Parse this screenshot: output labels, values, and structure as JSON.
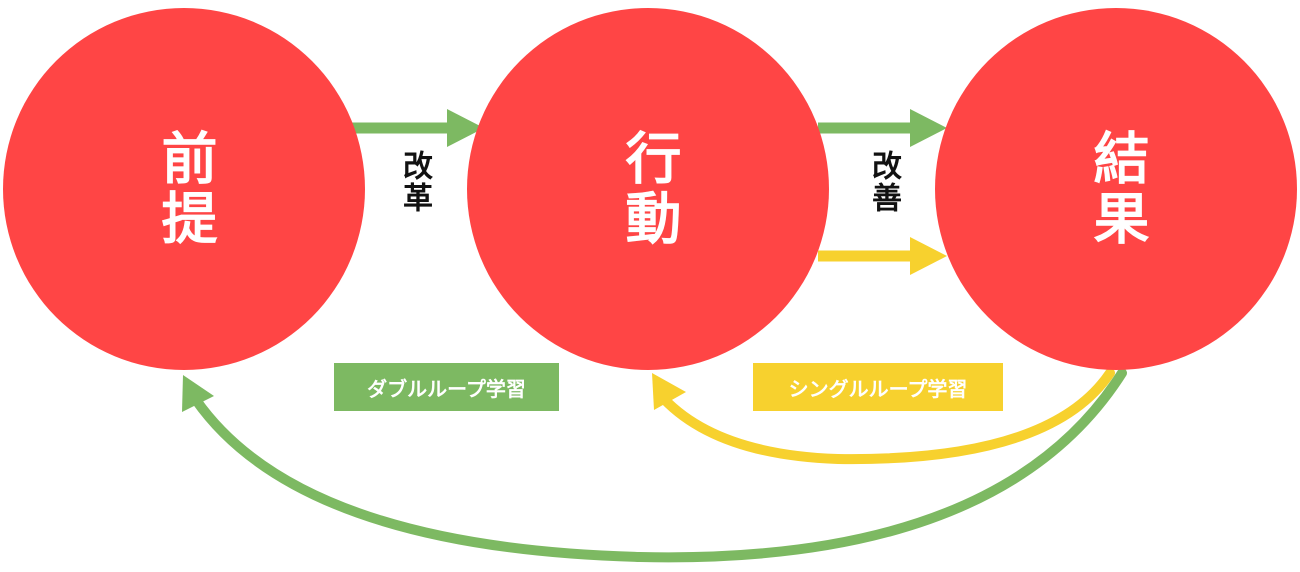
{
  "nodes": {
    "premise": "前提",
    "action": "行動",
    "result": "結果"
  },
  "edges": {
    "reform": "改革",
    "improve": "改善"
  },
  "loops": {
    "double": "ダブルループ学習",
    "single": "シングルループ学習"
  },
  "colors": {
    "node": "#FF4545",
    "green": "#7DB962",
    "yellow": "#F7D12E"
  }
}
